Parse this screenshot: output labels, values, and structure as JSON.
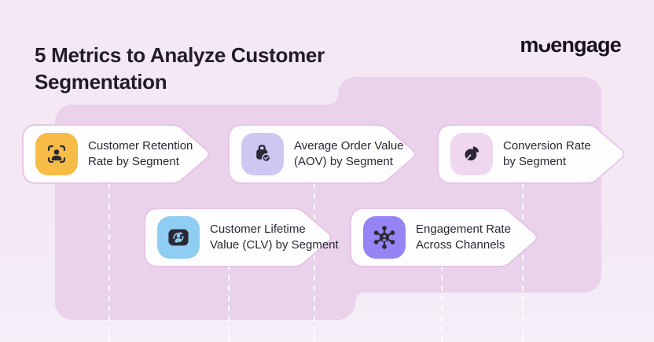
{
  "header": {
    "title_line1": "5 Metrics to Analyze Customer",
    "title_line2": "Segmentation",
    "brand": "moengage"
  },
  "colors": {
    "background": "#f4e8f5",
    "panel": "#e9d2ea",
    "card_fill": "#fefdfe",
    "card_border": "#e5c2e6",
    "title_text": "#201c29",
    "card_text": "#2b2834",
    "glyph_dark": "#2b2834",
    "connector": "#ffffff"
  },
  "cards": [
    {
      "label_line1": "Customer Retention",
      "label_line2": "Rate by Segment",
      "icon": "user-focus-icon",
      "icon_bg": "#f6bc45"
    },
    {
      "label_line1": "Average Order Value",
      "label_line2": "(AOV) by Segment",
      "icon": "shopping-bag-check-icon",
      "icon_bg": "#cdc7f1"
    },
    {
      "label_line1": "Conversion Rate",
      "label_line2": "by Segment",
      "icon": "pie-chart-icon",
      "icon_bg": "#efd7ef"
    },
    {
      "label_line1": "Customer Lifetime",
      "label_line2": "Value (CLV) by Segment",
      "icon": "customer-lifecycle-icon",
      "icon_bg": "#90cdf3"
    },
    {
      "label_line1": "Engagement Rate",
      "label_line2": "Across Channels",
      "icon": "network-hub-icon",
      "icon_bg": "#9484f4"
    }
  ]
}
